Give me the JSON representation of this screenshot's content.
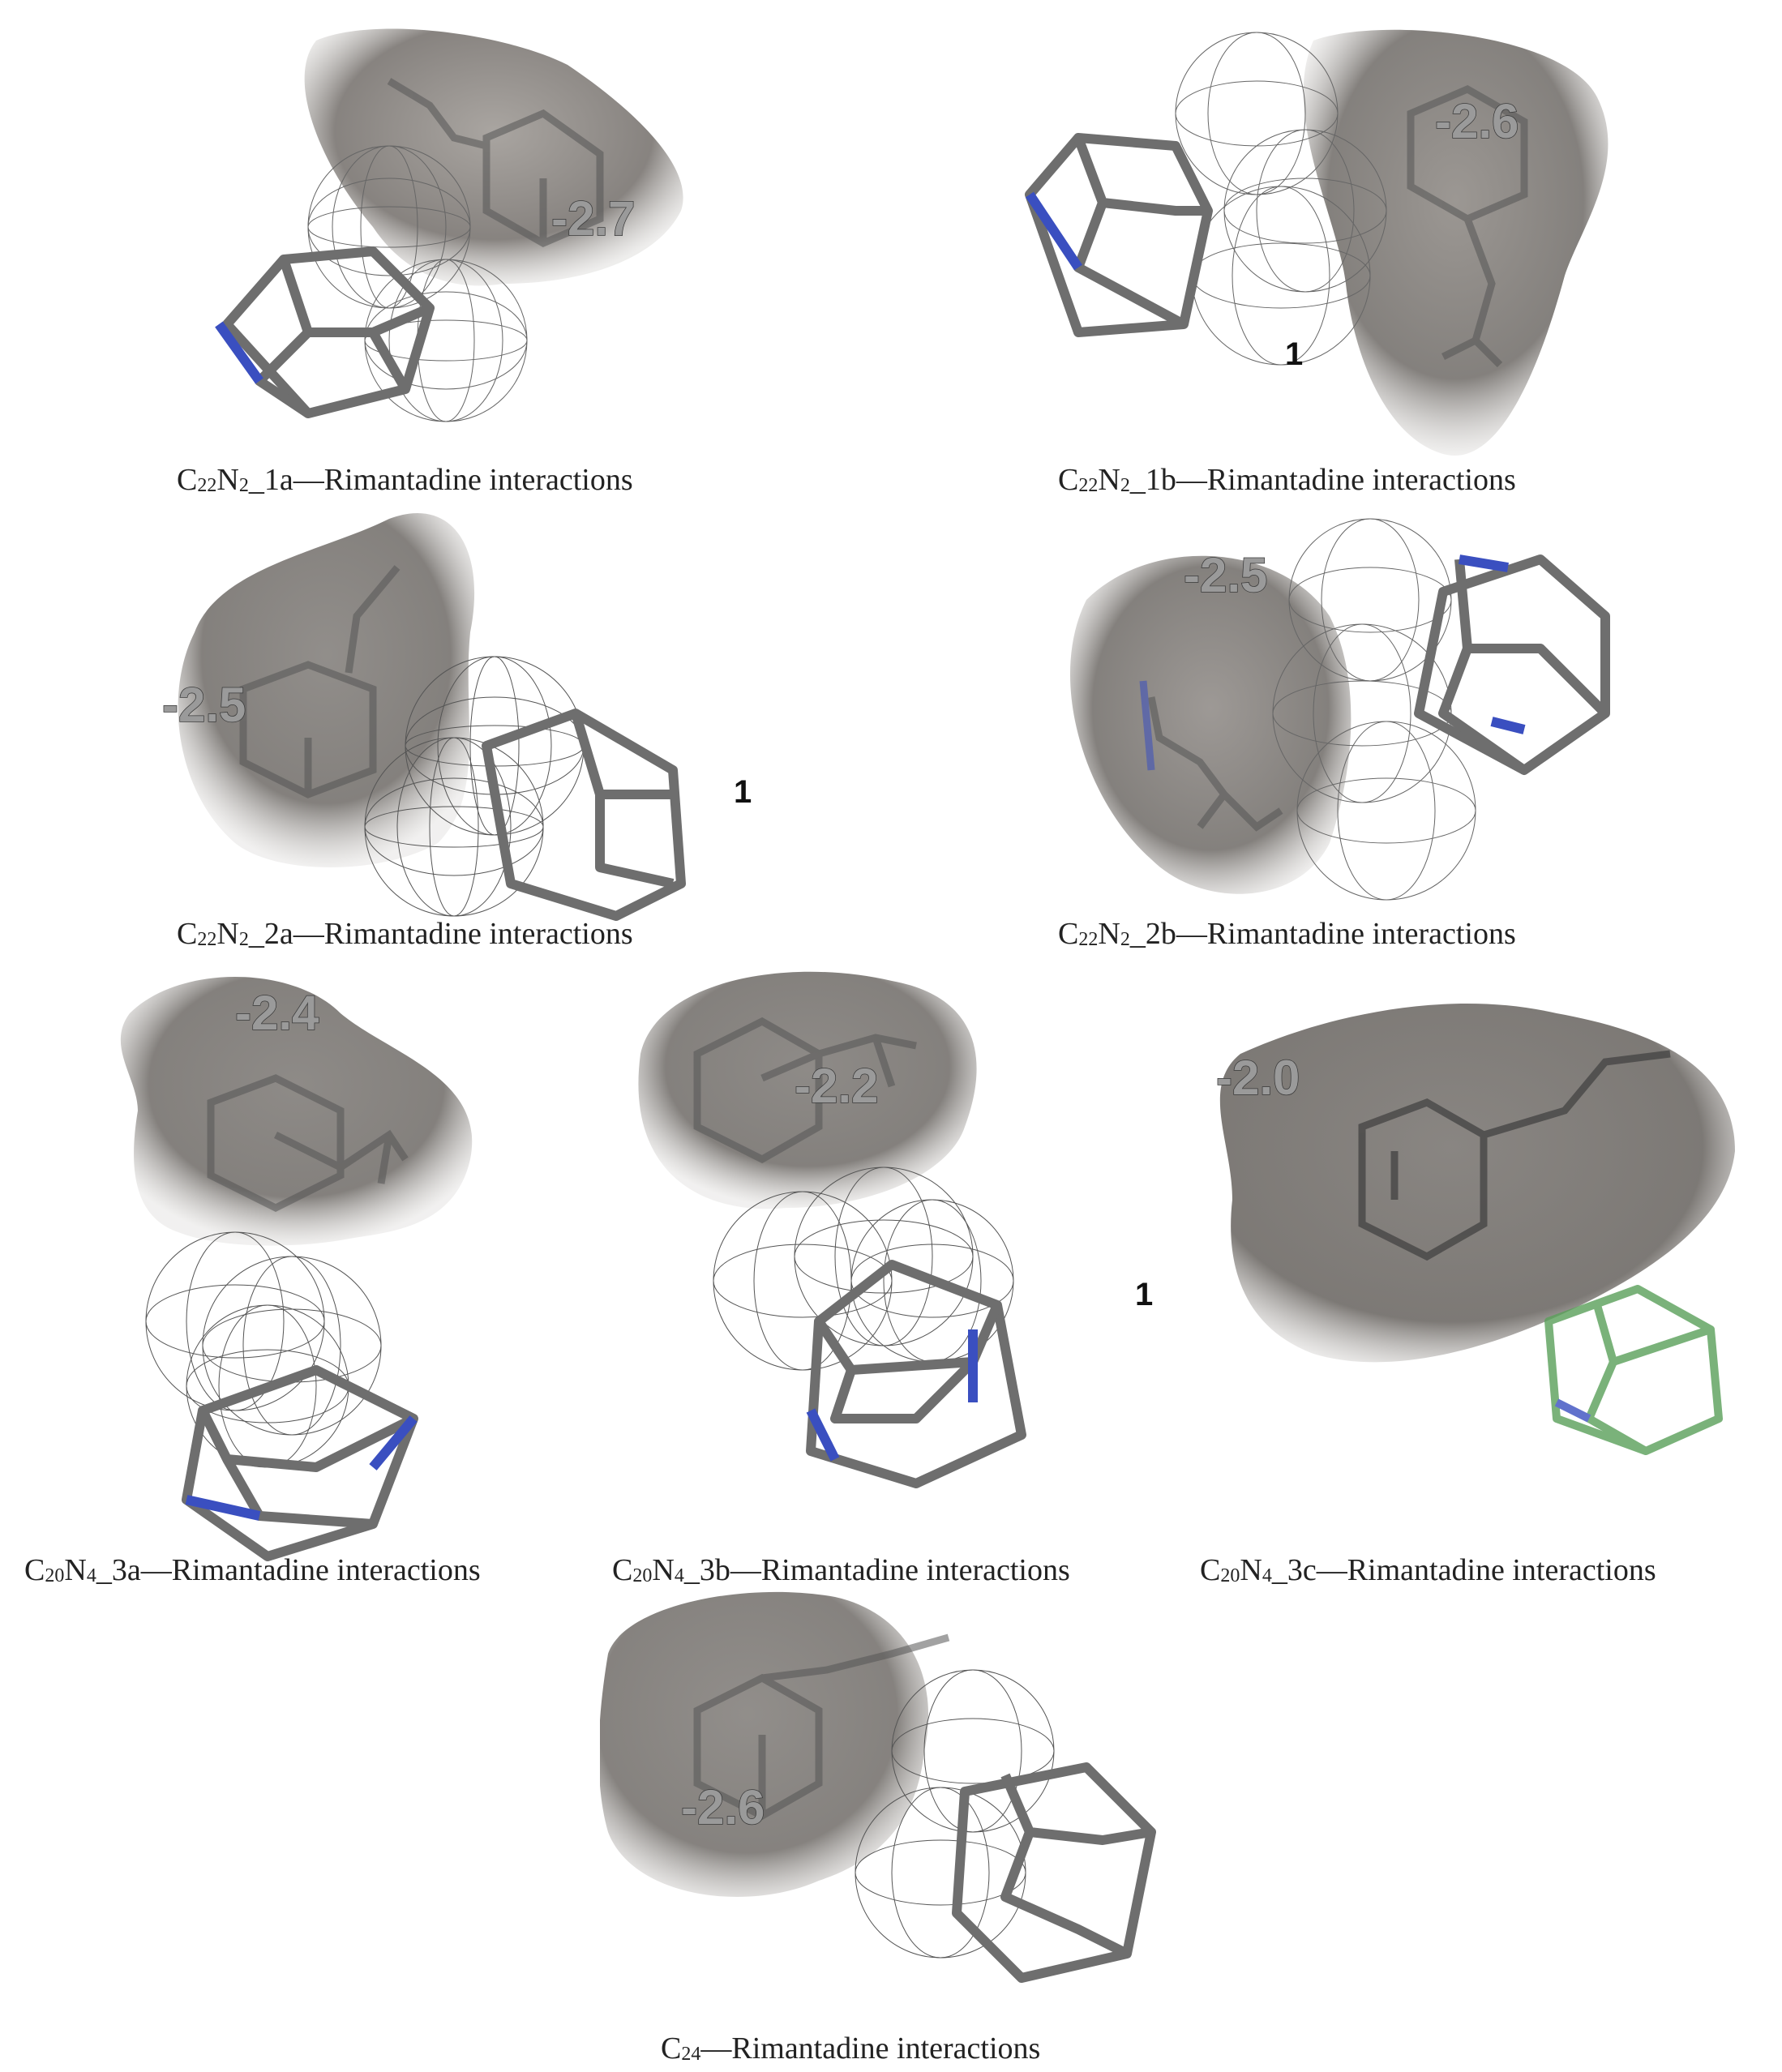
{
  "panels": [
    {
      "id": "c22n2-1a",
      "caption_formula": [
        "C",
        "22",
        "N",
        "2",
        "_1a"
      ],
      "caption_suffix": "—Rimantadine interactions",
      "energy": "-2.7",
      "index": ""
    },
    {
      "id": "c22n2-1b",
      "caption_formula": [
        "C",
        "22",
        "N",
        "2",
        "_1b"
      ],
      "caption_suffix": "—Rimantadine interactions",
      "energy": "-2.6",
      "index": "1"
    },
    {
      "id": "c22n2-2a",
      "caption_formula": [
        "C",
        "22",
        "N",
        "2",
        "_2a"
      ],
      "caption_suffix": "—Rimantadine interactions",
      "energy": "-2.5",
      "index": "1"
    },
    {
      "id": "c22n2-2b",
      "caption_formula": [
        "C",
        "22",
        "N",
        "2",
        "_2b"
      ],
      "caption_suffix": "—Rimantadine interactions",
      "energy": "-2.5",
      "index": ""
    },
    {
      "id": "c20n4-3a",
      "caption_formula": [
        "C",
        "20",
        "N",
        "4",
        "_3a"
      ],
      "caption_suffix": "—Rimantadine interactions",
      "energy": "-2.4",
      "index": ""
    },
    {
      "id": "c20n4-3b",
      "caption_formula": [
        "C",
        "20",
        "N",
        "4",
        "_3b"
      ],
      "caption_suffix": "—Rimantadine interactions",
      "energy": "-2.2",
      "index": ""
    },
    {
      "id": "c20n4-3c",
      "caption_formula": [
        "C",
        "20",
        "N",
        "4",
        "_3c"
      ],
      "caption_suffix": "—Rimantadine interactions",
      "energy": "-2.0",
      "index": "1"
    },
    {
      "id": "c24",
      "caption_formula": [
        "C",
        "24",
        "",
        "",
        ""
      ],
      "caption_suffix": "—Rimantadine interactions",
      "energy": "-2.6",
      "index": ""
    }
  ],
  "colors": {
    "surface": "#6f6b68",
    "bond": "#6e6e6e",
    "nitrogen": "#3a4fc0",
    "mesh": "#555555",
    "green_cage": "#5aa05a"
  }
}
